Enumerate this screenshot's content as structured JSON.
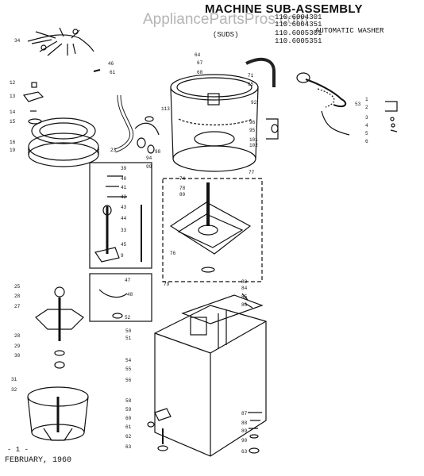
{
  "header": {
    "title": "MACHINE SUB-ASSEMBLY",
    "models": [
      "110.6004301",
      "110.6004351",
      "110.6005301",
      "110.6005351"
    ],
    "suds_label": "(SUDS)",
    "product": "AUTOMATIC WASHER"
  },
  "watermark": "AppliancePartsPros.com",
  "footer": {
    "page": "- 1 -",
    "date": "FEBRUARY, 1960"
  },
  "callouts": [
    "34",
    "46",
    "61",
    "12",
    "13",
    "14",
    "15",
    "16",
    "19",
    "64",
    "67",
    "68",
    "65",
    "71",
    "96",
    "92",
    "113",
    "95",
    "98",
    "101",
    "102",
    "53",
    "1",
    "2",
    "3",
    "4",
    "5",
    "6",
    "23",
    "94",
    "99",
    "77",
    "39",
    "40",
    "41",
    "42",
    "43",
    "44",
    "33",
    "45",
    "9",
    "74",
    "78",
    "80",
    "76",
    "47",
    "48",
    "52",
    "79",
    "83",
    "84",
    "85",
    "86",
    "50",
    "51",
    "25",
    "28",
    "27",
    "28",
    "29",
    "30",
    "31",
    "32",
    "54",
    "55",
    "56",
    "58",
    "59",
    "60",
    "61",
    "62",
    "63",
    "87",
    "88",
    "89",
    "90",
    "63"
  ]
}
